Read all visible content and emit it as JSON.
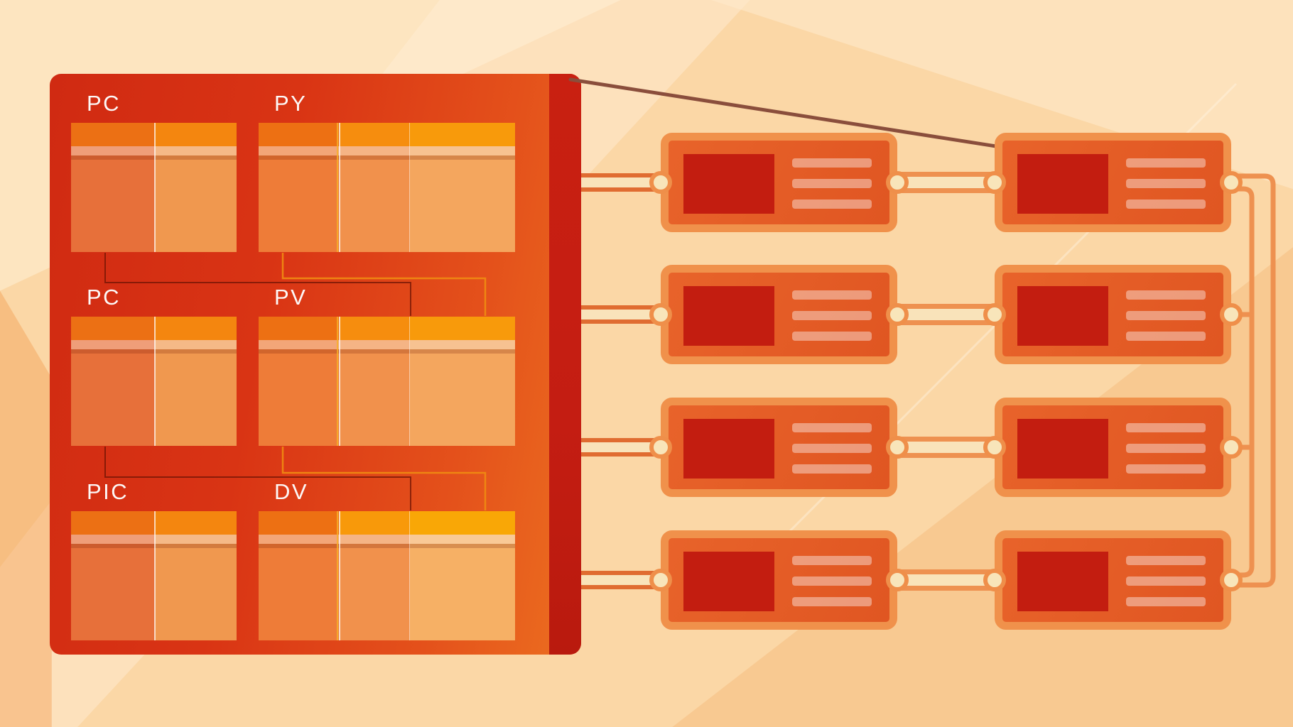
{
  "illustration": {
    "description": "folder-of-documents linked to two columns of service cards",
    "panel": {
      "sections": [
        {
          "label": "PC"
        },
        {
          "label": "PY"
        },
        {
          "label": "PC"
        },
        {
          "label": "PV"
        },
        {
          "label": "PIC"
        },
        {
          "label": "DV"
        }
      ]
    },
    "server_grid": {
      "columns": 2,
      "rows": 4,
      "cards": 8,
      "stripes_per_card": 3
    },
    "connectors": {
      "panel_to_col1": 4,
      "col1_to_col2": 4,
      "right_bus_lines": 2,
      "nodes": 16
    },
    "colors": {
      "background": "#fbd7a6",
      "panel_red": "#d02a12",
      "spine_red": "#c41d12",
      "window_header": "#ec7014",
      "window_page_light": "#f0984f",
      "card_border": "#f0914b",
      "card_fill": "#e25a23",
      "thumb_red": "#c31d10",
      "node_fill": "#f8e5ba",
      "connector_orange": "#ee9150",
      "trace_dark": "#6f1404",
      "trace_orange": "#f08c12",
      "diagonal_brown": "#8a4e3c"
    }
  }
}
